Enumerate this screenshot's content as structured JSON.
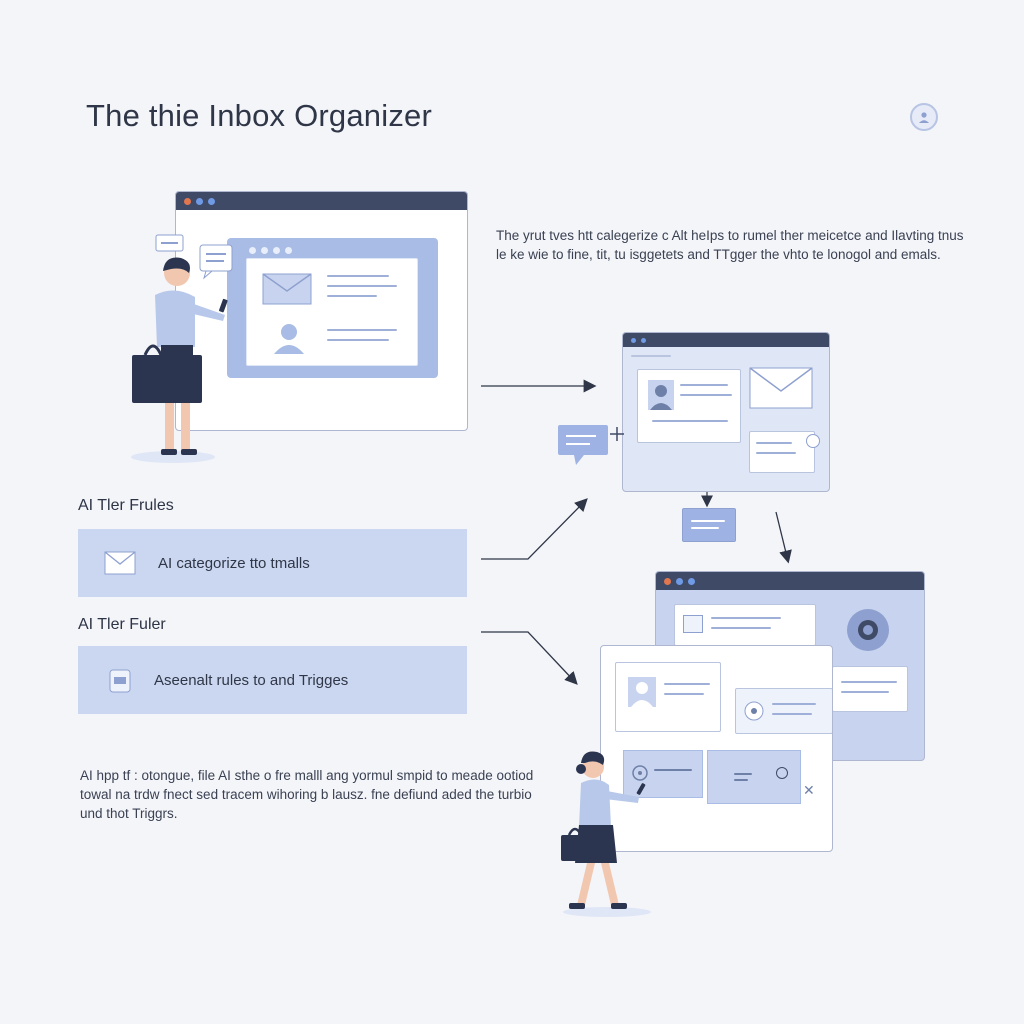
{
  "title": "The thie Inbox Organizer",
  "intro": {
    "text": "The yrut tves htt calegerize c Alt heIps to rumel ther meicetce and Ilavting tnus le ke wie to fine, tit, tu isggetets and TTgger the vhto te lonogol and emals."
  },
  "rules": [
    {
      "label": "AI Tler Frules",
      "bar_text": "AI categorize tto tmalls"
    },
    {
      "label": "AI Tler Fuler",
      "bar_text": "Aseenalt rules to and Trigges"
    }
  ],
  "footer": {
    "text": "AI hpp tf : otongue, file AI sthe o fre malll ang yormul smpid to meade ootiod towal na trdw fnect sed tracem wihoring b lausz. fne defiund aded the turbio und thot Triggrs."
  },
  "colors": {
    "background": "#f4f5f9",
    "window_bar": "#3f4a66",
    "accent_panel": "#cbd7f0",
    "window_fill": "#dfe6f6",
    "dot_orange": "#e2774f",
    "dot_blue": "#6f9ae6"
  },
  "icons": [
    "profile-icon",
    "mail-icon",
    "user-icon",
    "chat-icon",
    "briefcase-icon",
    "gear-icon",
    "close-icon"
  ]
}
